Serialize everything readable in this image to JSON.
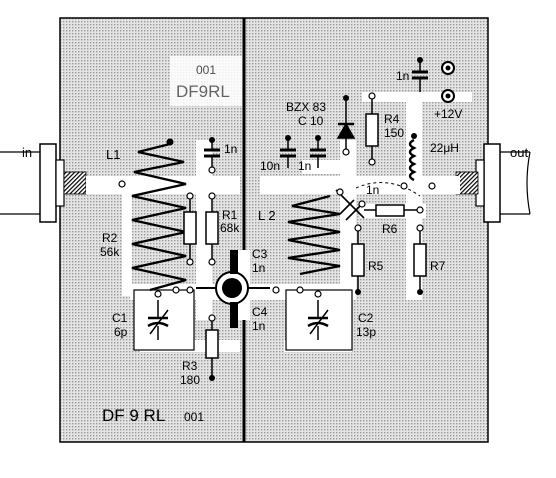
{
  "ports": {
    "in": "in",
    "out": "out"
  },
  "components": {
    "L1": "L1",
    "L2": "L 2",
    "R1": {
      "name": "R1",
      "value": "68k"
    },
    "R2": {
      "name": "R2",
      "value": "56k"
    },
    "R3": {
      "name": "R3",
      "value": "180"
    },
    "R4": {
      "name": "R4",
      "value": "150"
    },
    "R5": "R5",
    "R6": "R6",
    "R7": "R7",
    "C1": {
      "name": "C1",
      "value": "6p"
    },
    "C2": {
      "name": "C2",
      "value": "13p"
    },
    "C3": {
      "name": "C3",
      "value": "1n"
    },
    "C4": {
      "name": "C4",
      "value": "1n"
    },
    "cap_1n_left": "1n",
    "cap_10n": "10n",
    "cap_1n_mid": "1n",
    "cap_1n_top": "1n",
    "cap_1n_trimmer": "1n",
    "zener": {
      "type": "BZX 83",
      "value": "C 10"
    },
    "choke": "22μH",
    "supply": "+12V"
  },
  "silkscreen": {
    "mirror_code": "001",
    "mirror_call": "DF9RL"
  },
  "board_id": {
    "call": "DF 9 RL",
    "code": "001"
  }
}
